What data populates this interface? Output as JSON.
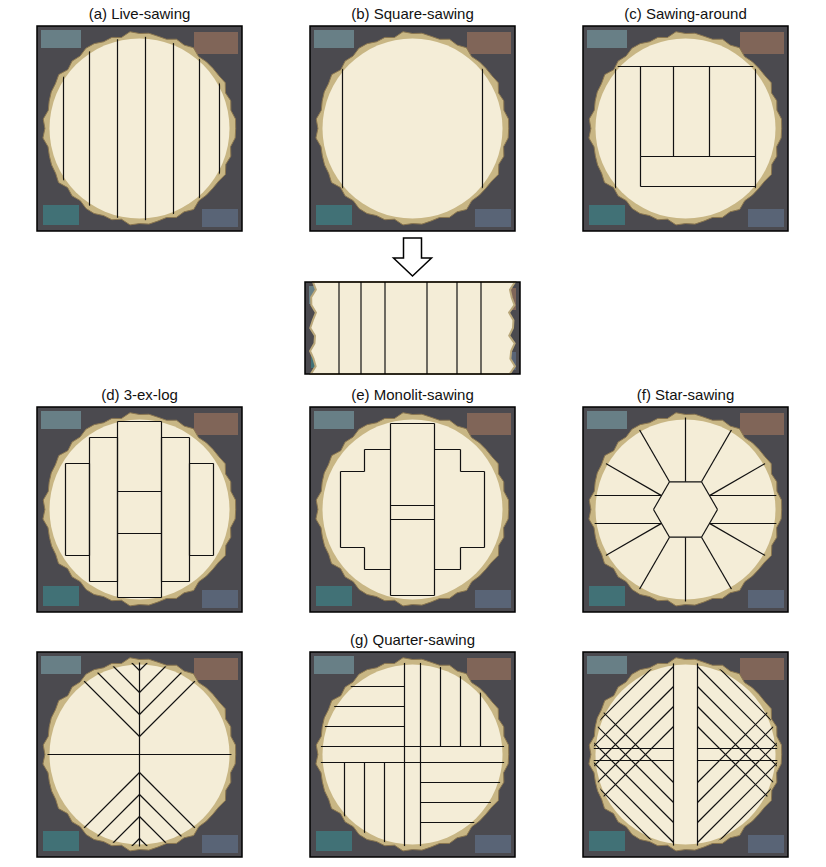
{
  "diagram": {
    "labels": [
      "(a) Live-sawing",
      "(b) Square-sawing",
      "(c) Sawing-around",
      "(d) 3-ex-log",
      "(e) Monolit-sawing",
      "(f) Star-sawing",
      "(g) Quarter-sawing"
    ]
  }
}
